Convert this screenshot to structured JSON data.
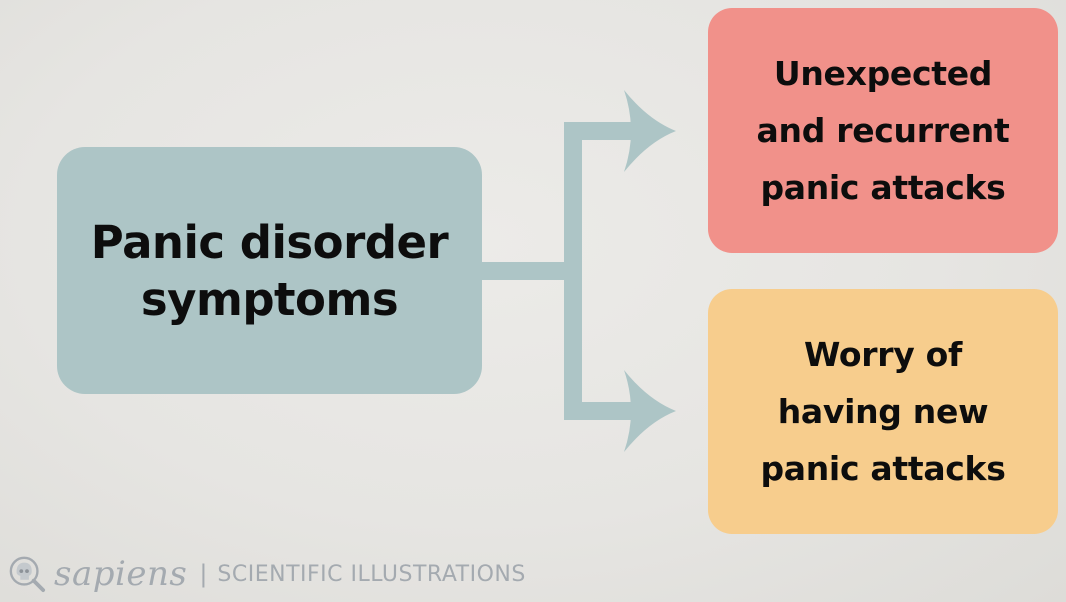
{
  "diagram": {
    "root": {
      "text": "Panic disorder\nsymptoms",
      "color": "#adc5c6"
    },
    "branches": [
      {
        "text": "Unexpected\nand recurrent\npanic attacks",
        "color": "#f1918a"
      },
      {
        "text": "Worry of\nhaving new\npanic attacks",
        "color": "#f7cd8d"
      }
    ],
    "connector_color": "#adc5c6"
  },
  "footer": {
    "logo_icon": "skull-magnifier-icon",
    "brand": "sapiens",
    "separator": "|",
    "tagline": "SCIENTIFIC ILLUSTRATIONS"
  }
}
